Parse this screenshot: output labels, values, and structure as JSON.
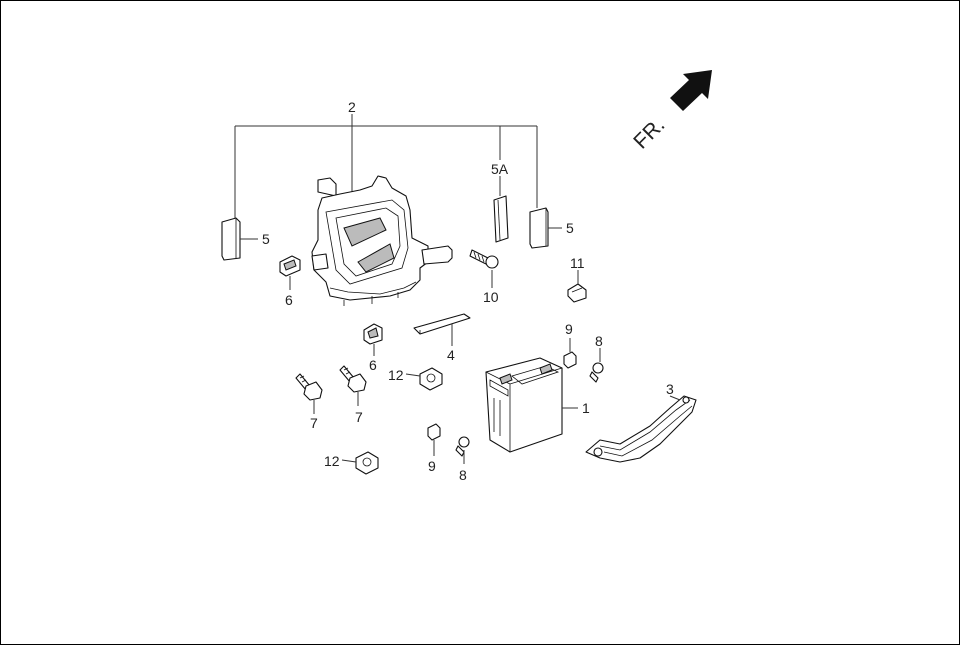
{
  "direction": {
    "text": "FR.",
    "icon": "front-arrow-icon"
  },
  "callouts": {
    "c1": "1",
    "c2": "2",
    "c3": "3",
    "c4": "4",
    "c5a": "5A",
    "c5_left": "5",
    "c5_right": "5",
    "c6_upper": "6",
    "c6_lower": "6",
    "c7_left": "7",
    "c7_right": "7",
    "c8_upper": "8",
    "c8_lower": "8",
    "c9_upper": "9",
    "c9_lower": "9",
    "c10": "10",
    "c11": "11",
    "c12_upper": "12",
    "c12_lower": "12"
  },
  "colors": {
    "line": "#333333",
    "part_fill": "#ffffff",
    "shade": "#bbbbbb",
    "arrow": "#111111"
  }
}
